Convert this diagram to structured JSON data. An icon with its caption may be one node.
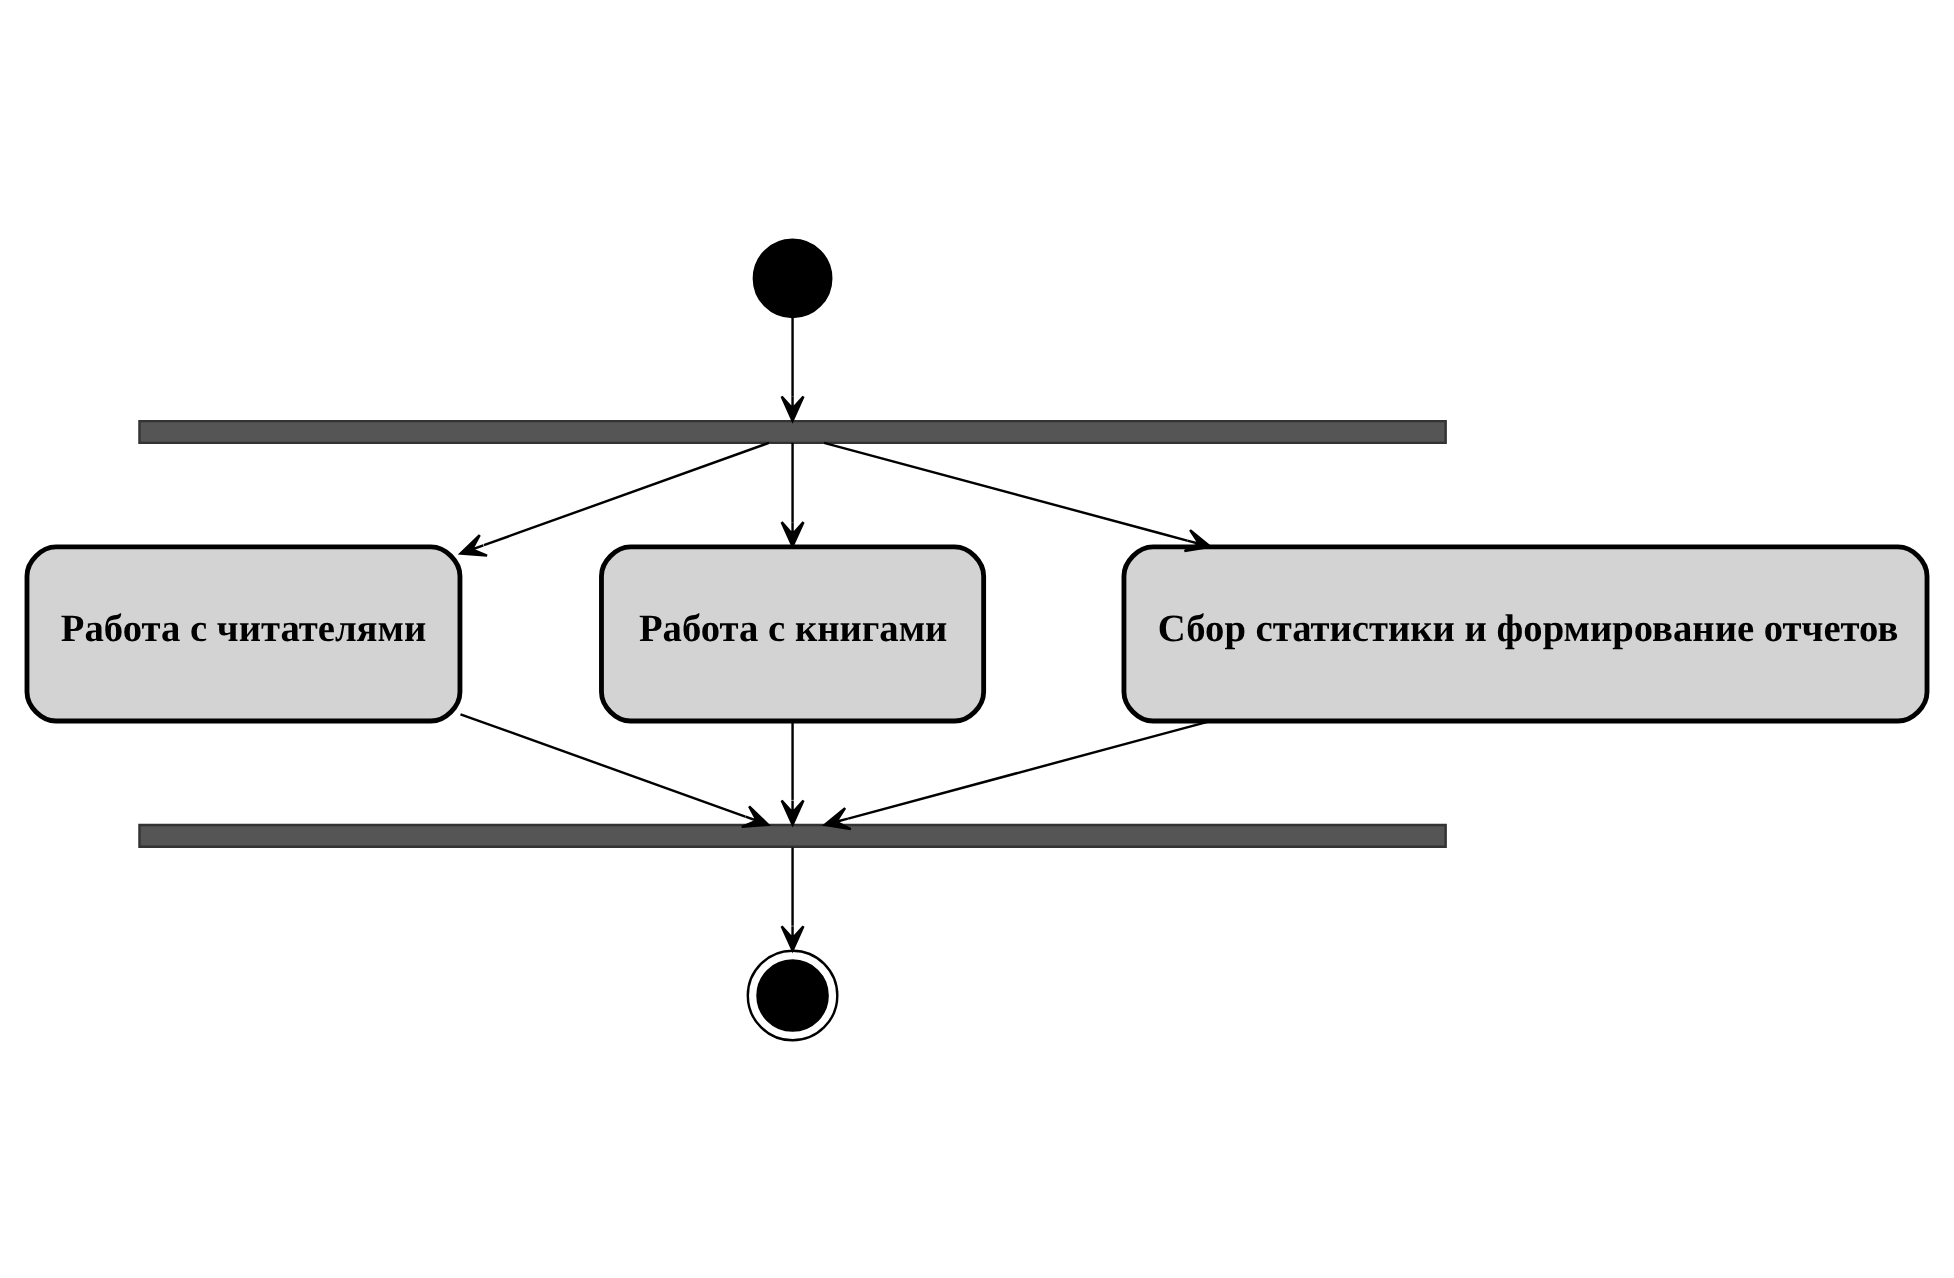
{
  "diagram": {
    "nodes": [
      {
        "text": [],
        "shape": "circle"
      },
      {
        "text": [],
        "shape": "bar"
      },
      {
        "text": [
          "Работа с читателями"
        ]
      },
      {
        "text": [
          "Работа с книгами"
        ]
      },
      {
        "text": [
          "Сбор статистики и формирование отчетов"
        ]
      },
      {
        "text": [],
        "shape": "bar"
      },
      {
        "text": [],
        "shape": "circle"
      }
    ],
    "edges": [
      {
        "from": 0,
        "to": 1,
        "arrow": "to"
      },
      {
        "from": 1,
        "to": 2,
        "arrow": "to"
      },
      {
        "from": 1,
        "to": 3,
        "arrow": "to"
      },
      {
        "from": 1,
        "to": 4,
        "arrow": "to"
      },
      {
        "from": 2,
        "to": 5,
        "arrow": "to"
      },
      {
        "from": 3,
        "to": 5,
        "arrow": "to"
      },
      {
        "from": 4,
        "to": 5,
        "arrow": "to"
      },
      {
        "from": 5,
        "to": 6,
        "arrow": "to"
      }
    ]
  }
}
